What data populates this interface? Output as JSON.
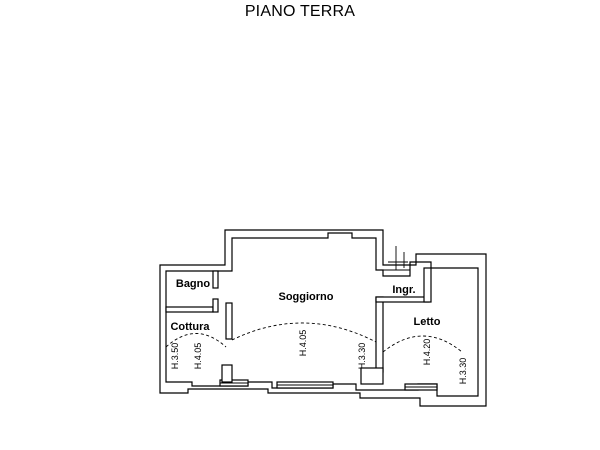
{
  "title": "PIANO TERRA",
  "rooms": {
    "bagno": "Bagno",
    "soggiorno": "Soggiorno",
    "ingresso": "Ingr.",
    "cottura": "Cottura",
    "letto": "Letto"
  },
  "heights": {
    "cottura_left": "H.3.50",
    "cottura_right": "H.4.05",
    "soggiorno": "H.4.05",
    "ingresso": "H.3.30",
    "letto": "H.4.20",
    "letto_right": "H.3.30"
  }
}
